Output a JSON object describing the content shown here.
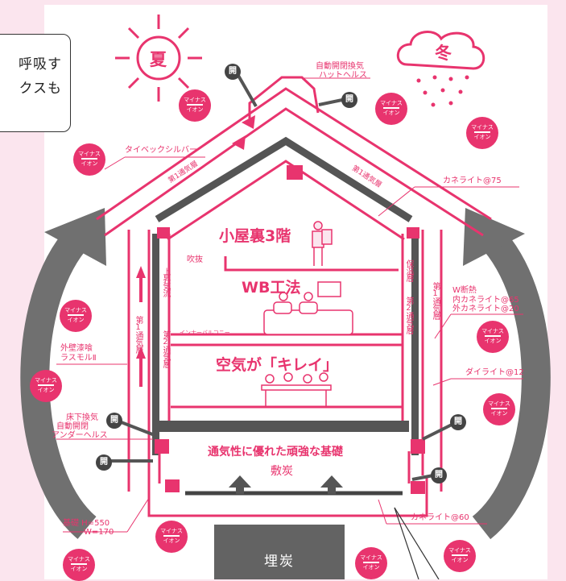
{
  "callout": {
    "line1": "呼吸す",
    "line2": "クスも"
  },
  "season_summer": "夏",
  "season_winter": "冬",
  "labels": {
    "auto_vent_top": "自動開閉換気",
    "hat_health": "ハットヘルス",
    "tyvek": "タイベックシルバー",
    "first_layer_left": "第1通気層",
    "first_layer_right": "第1通気層",
    "kaneraito75": "カネライト@75",
    "attic": "小屋裏3階",
    "fukinuke": "吹抜",
    "wb": "WB工法",
    "inner_balcony": "インナーバルコニー",
    "clean_air": "空気が「キレイ」",
    "w_insulation": "W断熱",
    "inner_kaneraito": "内カネライト@65",
    "outer_kaneraito": "外カネライト@20",
    "plaster": "外壁漆喰",
    "rasmol": "ラスモルⅡ",
    "dairaito": "ダイライト@12",
    "underfloor": "床下換気",
    "auto_open": "自動開閉",
    "under_health": "アンダーヘルス",
    "foundation_strong": "通気性に優れた頑強な基礎",
    "charcoal_bed": "敷炭",
    "foundation_h": "基礎 H=550",
    "foundation_w": "W=170",
    "kaneraito60": "カネライト@60",
    "buried_charcoal": "埋炭"
  },
  "vertical_labels": {
    "first_left": "第1通気層",
    "rising": "上昇気流",
    "second_left": "第2通気層",
    "insulation_layer": "保温層",
    "second_right": "第2通気層",
    "first_right": "第1通気層"
  },
  "ion": {
    "line1": "マイナス",
    "line2": "イオン"
  },
  "open_badge": "開",
  "colors": {
    "pink": "#e8346e",
    "light_pink": "#f7b8cb",
    "background": "#fbe5ee",
    "gray": "#707070",
    "dark": "#444444"
  }
}
